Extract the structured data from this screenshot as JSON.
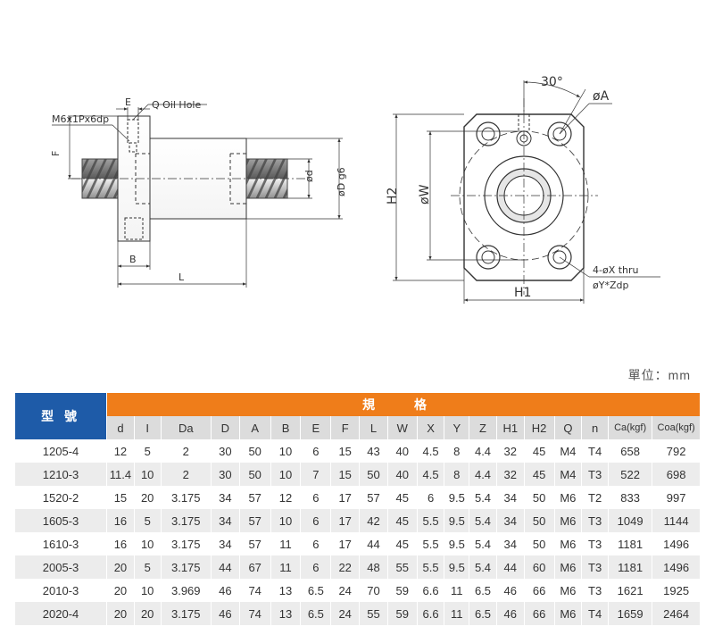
{
  "drawing_left": {
    "labels": {
      "e": "E",
      "oil_hole": "Q Oil Hole",
      "thread": "M6x1Px6dp",
      "f": "F",
      "phi_d": "ød",
      "phi_d_g6": "øD g6",
      "b": "B",
      "l": "L"
    }
  },
  "drawing_right": {
    "labels": {
      "angle": "30°",
      "phi_a": "øA",
      "h2": "H2",
      "phi_w": "øW",
      "holes": "4-øX thru",
      "counterbore": "øY*Zdp",
      "h1": "H1"
    }
  },
  "unit_note": "單位：mm",
  "table": {
    "model_header": "型 號",
    "spec_header": "規 格",
    "columns": [
      "d",
      "I",
      "Da",
      "D",
      "A",
      "B",
      "E",
      "F",
      "L",
      "W",
      "X",
      "Y",
      "Z",
      "H1",
      "H2",
      "Q",
      "n",
      "Ca(kgf)",
      "Coa(kgf)"
    ],
    "rows": [
      {
        "model": "1205-4",
        "values": [
          "12",
          "5",
          "2",
          "30",
          "50",
          "10",
          "6",
          "15",
          "43",
          "40",
          "4.5",
          "8",
          "4.4",
          "32",
          "45",
          "M4",
          "T4",
          "658",
          "792"
        ]
      },
      {
        "model": "1210-3",
        "values": [
          "11.4",
          "10",
          "2",
          "30",
          "50",
          "10",
          "7",
          "15",
          "50",
          "40",
          "4.5",
          "8",
          "4.4",
          "32",
          "45",
          "M4",
          "T3",
          "522",
          "698"
        ]
      },
      {
        "model": "1520-2",
        "values": [
          "15",
          "20",
          "3.175",
          "34",
          "57",
          "12",
          "6",
          "17",
          "57",
          "45",
          "6",
          "9.5",
          "5.4",
          "34",
          "50",
          "M6",
          "T2",
          "833",
          "997"
        ]
      },
      {
        "model": "1605-3",
        "values": [
          "16",
          "5",
          "3.175",
          "34",
          "57",
          "10",
          "6",
          "17",
          "42",
          "45",
          "5.5",
          "9.5",
          "5.4",
          "34",
          "50",
          "M6",
          "T3",
          "1049",
          "1144"
        ]
      },
      {
        "model": "1610-3",
        "values": [
          "16",
          "10",
          "3.175",
          "34",
          "57",
          "11",
          "6",
          "17",
          "44",
          "45",
          "5.5",
          "9.5",
          "5.4",
          "34",
          "50",
          "M6",
          "T3",
          "1181",
          "1496"
        ]
      },
      {
        "model": "2005-3",
        "values": [
          "20",
          "5",
          "3.175",
          "44",
          "67",
          "11",
          "6",
          "22",
          "48",
          "55",
          "5.5",
          "9.5",
          "5.4",
          "44",
          "60",
          "M6",
          "T3",
          "1181",
          "1496"
        ]
      },
      {
        "model": "2010-3",
        "values": [
          "20",
          "10",
          "3.969",
          "46",
          "74",
          "13",
          "6.5",
          "24",
          "70",
          "59",
          "6.6",
          "11",
          "6.5",
          "46",
          "66",
          "M6",
          "T3",
          "1621",
          "1925"
        ]
      },
      {
        "model": "2020-4",
        "values": [
          "20",
          "20",
          "3.175",
          "46",
          "74",
          "13",
          "6.5",
          "24",
          "55",
          "59",
          "6.6",
          "11",
          "6.5",
          "46",
          "66",
          "M6",
          "T4",
          "1659",
          "2464"
        ]
      }
    ]
  },
  "colors": {
    "model_header_bg": "#1e5ba8",
    "spec_header_bg": "#ef7d1a",
    "column_header_bg": "#dcdcdc",
    "row_alt_bg": "#ececec"
  }
}
